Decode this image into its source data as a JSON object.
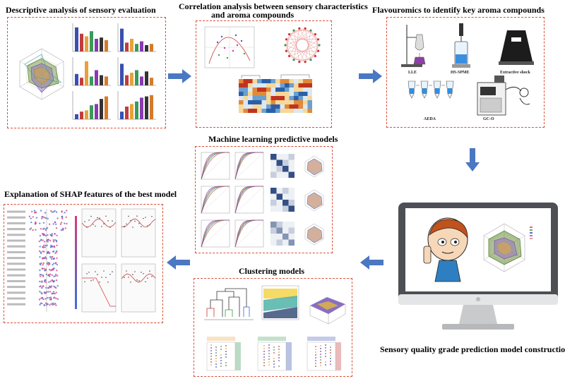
{
  "titles": {
    "descriptive": "Descriptive analysis of sensory evaluation",
    "correlation_line1": "Correlation analysis between sensory characteristics",
    "correlation_line2": "and aroma compounds",
    "flavouromics": "Flavouromics to identify key aroma compounds",
    "machine_learning": "Machine learning predictive models",
    "shap": "Explanation of SHAP features of the best model",
    "clustering": "Clustering models",
    "prediction": "Sensory quality grade prediction model construction"
  },
  "flavour_labels": {
    "lle": "LLE",
    "hs_spme": "HS-SPME",
    "extractive_shock": "Extractive shock",
    "aeda": "AEDA",
    "gco": "GC-O"
  },
  "colors": {
    "panel_border": "#d8503a",
    "arrow": "#4a78c2",
    "monitor_frame": "#4d4f55",
    "monitor_stand": "#c9cacc"
  }
}
